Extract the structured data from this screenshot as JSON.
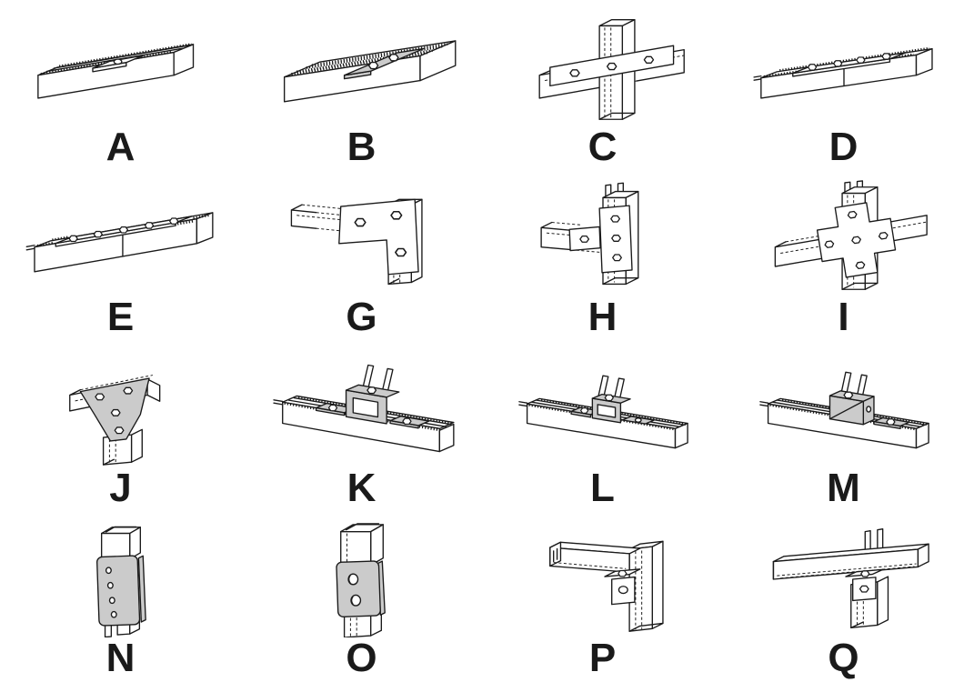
{
  "figure": {
    "colors": {
      "paper": "#ffffff",
      "ink": "#1a1a1a",
      "plate_gray": "#cbcbcb"
    },
    "items": [
      {
        "label": "A",
        "name": "flat-washer-plate-one-hole"
      },
      {
        "label": "B",
        "name": "splice-plate-two-hole"
      },
      {
        "label": "C",
        "name": "cross-connection-three-hole-plate"
      },
      {
        "label": "D",
        "name": "splice-plate-four-hole"
      },
      {
        "label": "E",
        "name": "splice-plate-five-hole"
      },
      {
        "label": "G",
        "name": "corner-angle-plate-three-hole"
      },
      {
        "label": "H",
        "name": "tee-plate-four-hole"
      },
      {
        "label": "I",
        "name": "cross-plate-five-hole"
      },
      {
        "label": "J",
        "name": "gusset-plate-four-hole"
      },
      {
        "label": "K",
        "name": "u-support-double-wing"
      },
      {
        "label": "L",
        "name": "u-support-small-wing"
      },
      {
        "label": "M",
        "name": "u-support-single-wing"
      },
      {
        "label": "N",
        "name": "channel-joiner-plate-four-hole"
      },
      {
        "label": "O",
        "name": "channel-joiner-plate-two-hole"
      },
      {
        "label": "P",
        "name": "angle-bracket-post-connection"
      },
      {
        "label": "Q",
        "name": "angle-bracket-cross-connection"
      }
    ]
  }
}
